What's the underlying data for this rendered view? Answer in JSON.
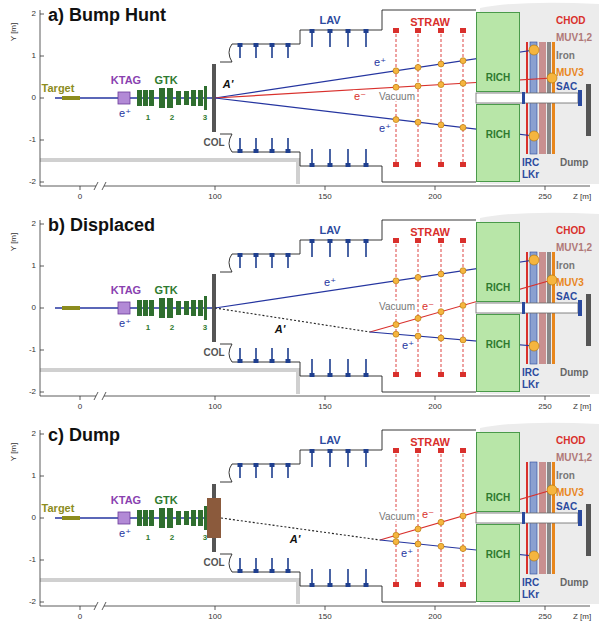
{
  "diagram": {
    "nodes": [
      {
        "text": [
          "RICH"
        ]
      },
      {
        "text": [
          "RICH"
        ]
      },
      {
        "text": [
          "RICH"
        ]
      },
      {
        "text": [
          "RICH"
        ]
      },
      {
        "text": [
          "RICH"
        ]
      },
      {
        "text": [
          "RICH"
        ]
      }
    ],
    "labels": [
      "a) Bump Hunt",
      "Target",
      "KTAG",
      "e⁺",
      "GTK",
      "1",
      "2",
      "3",
      "COL",
      "A'",
      "LAV",
      "STRAW",
      "CHOD",
      "MUV1,2",
      "Iron",
      "MUV3",
      "SAC",
      "Vacuum",
      "e⁺",
      "e⁻",
      "e⁺",
      "IRC",
      "LKr",
      "Dump",
      "Y [m]",
      "2",
      "1",
      "0",
      "-1",
      "-2",
      "0",
      "100",
      "150",
      "200",
      "250",
      "Z [m]",
      "b) Displaced",
      "KTAG",
      "e⁺",
      "GTK",
      "1",
      "2",
      "3",
      "COL",
      "A'",
      "LAV",
      "STRAW",
      "CHOD",
      "MUV1,2",
      "Iron",
      "MUV3",
      "SAC",
      "Vacuum",
      "e⁺",
      "e⁻",
      "e⁺",
      "IRC",
      "LKr",
      "Dump",
      "Y [m]",
      "2",
      "1",
      "0",
      "-1",
      "-2",
      "0",
      "100",
      "150",
      "200",
      "250",
      "Z [m]",
      "c) Dump",
      "Target",
      "KTAG",
      "e⁺",
      "GTK",
      "1",
      "2",
      "3",
      "COL",
      "A'",
      "LAV",
      "STRAW",
      "CHOD",
      "MUV1,2",
      "Iron",
      "MUV3",
      "SAC",
      "Vacuum",
      "e⁻",
      "e⁺",
      "IRC",
      "LKr",
      "Dump",
      "Y [m]",
      "2",
      "1",
      "0",
      "-1",
      "-2",
      "0",
      "100",
      "150",
      "200",
      "250",
      "Z [m]"
    ]
  }
}
